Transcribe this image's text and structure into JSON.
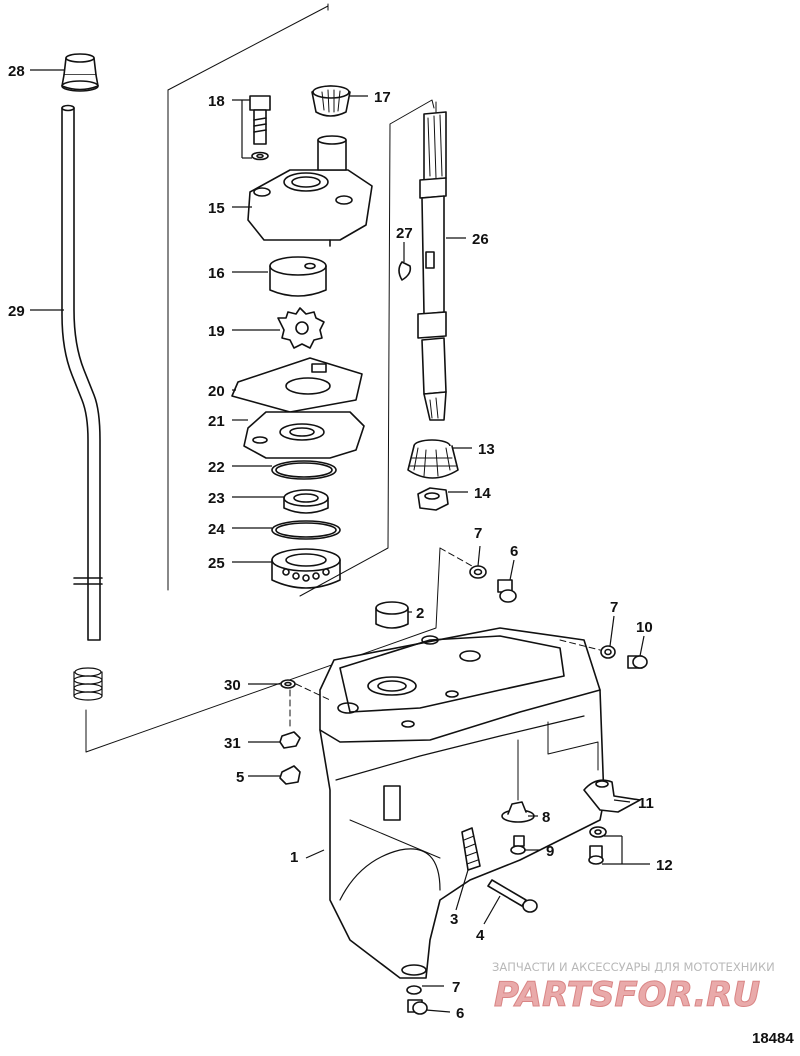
{
  "diagram": {
    "drawing_number": "18484",
    "callouts": [
      {
        "label": "28"
      },
      {
        "label": "29"
      },
      {
        "label": "18"
      },
      {
        "label": "17"
      },
      {
        "label": "15"
      },
      {
        "label": "16"
      },
      {
        "label": "19"
      },
      {
        "label": "20"
      },
      {
        "label": "21"
      },
      {
        "label": "22"
      },
      {
        "label": "23"
      },
      {
        "label": "24"
      },
      {
        "label": "25"
      },
      {
        "label": "27"
      },
      {
        "label": "26"
      },
      {
        "label": "13"
      },
      {
        "label": "14"
      },
      {
        "label": "7"
      },
      {
        "label": "6"
      },
      {
        "label": "2"
      },
      {
        "label": "7"
      },
      {
        "label": "10"
      },
      {
        "label": "30"
      },
      {
        "label": "31"
      },
      {
        "label": "5"
      },
      {
        "label": "11"
      },
      {
        "label": "8"
      },
      {
        "label": "9"
      },
      {
        "label": "12"
      },
      {
        "label": "1"
      },
      {
        "label": "3"
      },
      {
        "label": "4"
      },
      {
        "label": "7"
      },
      {
        "label": "6"
      }
    ]
  },
  "watermark": {
    "tagline": "ЗАПЧАСТИ И АКСЕССУАРЫ ДЛЯ МОТОТЕХНИКИ",
    "logo": "PARTSFOR.RU"
  }
}
